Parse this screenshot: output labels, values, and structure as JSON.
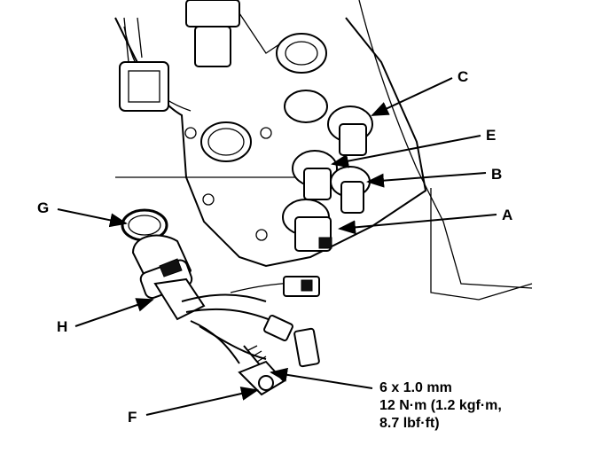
{
  "callouts": {
    "a": "A",
    "b": "B",
    "c": "C",
    "e": "E",
    "f": "F",
    "g": "G",
    "h": "H"
  },
  "bolt_spec": {
    "line1": "6 x 1.0 mm",
    "line2": "12 N·m (1.2 kgf·m,",
    "line3": "8.7 lbf·ft)"
  }
}
